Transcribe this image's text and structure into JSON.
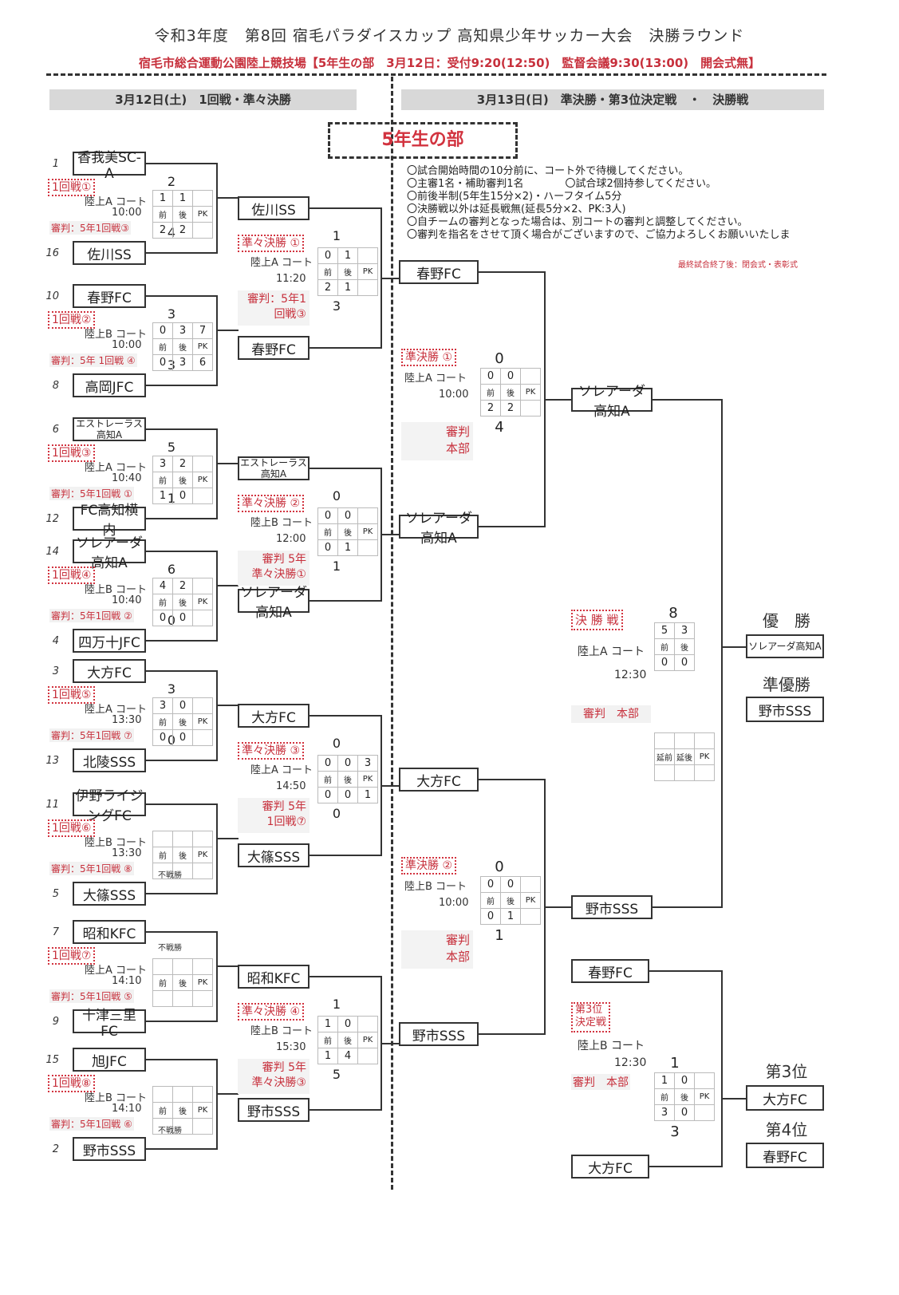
{
  "header": {
    "title": "令和3年度　第8回 宿毛パラダイスカップ 高知県少年サッカー大会　決勝ラウンド",
    "venue": "宿毛市総合運動公園陸上競技場【5年生の部　3月12日：受付9:20(12:50)　監督会議9:30(13:00)　開会式無】",
    "day1": "3月12日(土)　1回戦・準々決勝",
    "day2": "3月13日(日)　準決勝・第3位決定戦　・　決勝戦",
    "division": "5年生の部"
  },
  "notes": [
    "〇試合開始時間の10分前に、コート外で待機してください。",
    "〇主審1名・補助審判1名　　　　〇試合球2個持参してください。",
    "〇前後半制(5年生15分×2)・ハーフタイム5分",
    "〇決勝戦以外は延長戦無(延長5分×2、PK:3人)",
    "〇自チームの審判となった場合は、別コートの審判と調整してください。",
    "〇審判を指名をさせて頂く場合がございますので、ご協力よろしくお願いいたしま"
  ],
  "ceremony": "最終試合終了後：閉会式・表彰式",
  "headers": {
    "first": "前",
    "second": "後",
    "pk": "PK",
    "ext1": "延前",
    "ext2": "延後",
    "forfeit": "不戦勝"
  },
  "teams": [
    {
      "seed": "1",
      "name": "香我美SC-A"
    },
    {
      "seed": "16",
      "name": "佐川SS"
    },
    {
      "seed": "10",
      "name": "春野FC"
    },
    {
      "seed": "8",
      "name": "高岡JFC"
    },
    {
      "seed": "6",
      "name": "エストレーラス高知A"
    },
    {
      "seed": "12",
      "name": "FC高知横内"
    },
    {
      "seed": "14",
      "name": "ソレアーダ高知A"
    },
    {
      "seed": "4",
      "name": "四万十JFC"
    },
    {
      "seed": "3",
      "name": "大方FC"
    },
    {
      "seed": "13",
      "name": "北陵SSS"
    },
    {
      "seed": "11",
      "name": "伊野ライジングFC"
    },
    {
      "seed": "5",
      "name": "大篠SSS"
    },
    {
      "seed": "7",
      "name": "昭和KFC"
    },
    {
      "seed": "9",
      "name": "十津三里FC"
    },
    {
      "seed": "15",
      "name": "旭JFC"
    },
    {
      "seed": "2",
      "name": "野市SSS"
    }
  ],
  "r1": [
    {
      "label": "1回戦①",
      "court": "陸上A コート",
      "time": "10:00",
      "ref": "審判：5年1回戦③",
      "top": "2",
      "bot": "4",
      "t": [
        "1",
        "1",
        ""
      ],
      "b": [
        "2",
        "2",
        ""
      ]
    },
    {
      "label": "1回戦②",
      "court": "陸上B コート",
      "time": "10:00",
      "ref": "審判：5年 1回戦 ④",
      "top": "3",
      "bot": "3",
      "t": [
        "0",
        "3",
        "7"
      ],
      "b": [
        "0",
        "3",
        "6"
      ]
    },
    {
      "label": "1回戦③",
      "court": "陸上A コート",
      "time": "10:40",
      "ref": "審判：5年1回戦 ①",
      "top": "5",
      "bot": "1",
      "t": [
        "3",
        "2",
        ""
      ],
      "b": [
        "1",
        "0",
        ""
      ]
    },
    {
      "label": "1回戦④",
      "court": "陸上B コート",
      "time": "10:40",
      "ref": "審判：5年1回戦 ②",
      "top": "6",
      "bot": "0",
      "t": [
        "4",
        "2",
        ""
      ],
      "b": [
        "0",
        "0",
        ""
      ]
    },
    {
      "label": "1回戦⑤",
      "court": "陸上A コート",
      "time": "13:30",
      "ref": "審判：5年1回戦 ⑦",
      "top": "3",
      "bot": "0",
      "t": [
        "3",
        "0",
        ""
      ],
      "b": [
        "0",
        "0",
        ""
      ]
    },
    {
      "label": "1回戦⑥",
      "court": "陸上B コート",
      "time": "13:30",
      "ref": "審判：5年1回戦 ⑧",
      "top": "",
      "bot": "",
      "t": [
        "",
        "",
        ""
      ],
      "b": [
        "",
        "",
        ""
      ],
      "forfeitBottom": true
    },
    {
      "label": "1回戦⑦",
      "court": "陸上A コート",
      "time": "14:10",
      "ref": "審判：5年1回戦 ⑤",
      "top": "",
      "bot": "",
      "t": [
        "",
        "",
        ""
      ],
      "b": [
        "",
        "",
        ""
      ],
      "forfeitTop": true
    },
    {
      "label": "1回戦⑧",
      "court": "陸上B コート",
      "time": "14:10",
      "ref": "審判：5年1回戦 ⑥",
      "top": "",
      "bot": "",
      "t": [
        "",
        "",
        ""
      ],
      "b": [
        "",
        "",
        ""
      ],
      "forfeitBottom": true
    }
  ],
  "qf_teams": [
    "佐川SS",
    "春野FC",
    "エストレーラス高知A",
    "ソレアーダ高知A",
    "大方FC",
    "大篠SSS",
    "昭和KFC",
    "野市SSS"
  ],
  "qf": [
    {
      "label": "準々決勝 ①",
      "court": "陸上A コート",
      "time": "11:20",
      "ref": "審判：5年1\n回戦③",
      "top": "1",
      "bot": "3",
      "t": [
        "0",
        "1",
        ""
      ],
      "b": [
        "2",
        "1",
        ""
      ]
    },
    {
      "label": "準々決勝 ②",
      "court": "陸上B コート",
      "time": "12:00",
      "ref": "審判 5年\n準々決勝①",
      "top": "0",
      "bot": "1",
      "t": [
        "0",
        "0",
        ""
      ],
      "b": [
        "0",
        "1",
        ""
      ]
    },
    {
      "label": "準々決勝 ③",
      "court": "陸上A コート",
      "time": "14:50",
      "ref": "審判 5年\n1回戦⑦",
      "top": "0",
      "bot": "0",
      "t": [
        "0",
        "0",
        "3"
      ],
      "b": [
        "0",
        "0",
        "1"
      ]
    },
    {
      "label": "準々決勝 ④",
      "court": "陸上B コート",
      "time": "15:30",
      "ref": "審判 5年\n準々決勝③",
      "top": "1",
      "bot": "5",
      "t": [
        "1",
        "0",
        ""
      ],
      "b": [
        "1",
        "4",
        ""
      ]
    }
  ],
  "sf_teams": [
    "春野FC",
    "ソレアーダ高知A",
    "大方FC",
    "野市SSS"
  ],
  "sf": [
    {
      "label": "準決勝 ①",
      "court": "陸上A コート",
      "time": "10:00",
      "ref": "審判\n本部",
      "top": "0",
      "bot": "4",
      "t": [
        "0",
        "0",
        ""
      ],
      "b": [
        "2",
        "2",
        ""
      ]
    },
    {
      "label": "準決勝 ②",
      "court": "陸上B コート",
      "time": "10:00",
      "ref": "審判\n本部",
      "top": "0",
      "bot": "1",
      "t": [
        "0",
        "0",
        ""
      ],
      "b": [
        "0",
        "1",
        ""
      ]
    }
  ],
  "final_teams": [
    "ソレアーダ高知A",
    "野市SSS"
  ],
  "final": {
    "label": "決 勝 戦",
    "court": "陸上A コート",
    "time": "12:30",
    "ref": "審判　本部",
    "top": "8",
    "t": [
      "5",
      "3"
    ],
    "b": [
      "0",
      "0"
    ]
  },
  "third_teams": [
    "春野FC",
    "大方FC"
  ],
  "third": {
    "label": "第3位\n決定戦",
    "court": "陸上B コート",
    "time": "12:30",
    "ref": "審判　本部",
    "top": "1",
    "bot": "3",
    "t": [
      "1",
      "0",
      ""
    ],
    "b": [
      "3",
      "0",
      ""
    ]
  },
  "awards": {
    "champion_label": "優　勝",
    "champion": "ソレアーダ高知A",
    "runnerup_label": "準優勝",
    "runnerup": "野市SSS",
    "third_label": "第3位",
    "third": "大方FC",
    "fourth_label": "第4位",
    "fourth": "春野FC"
  }
}
